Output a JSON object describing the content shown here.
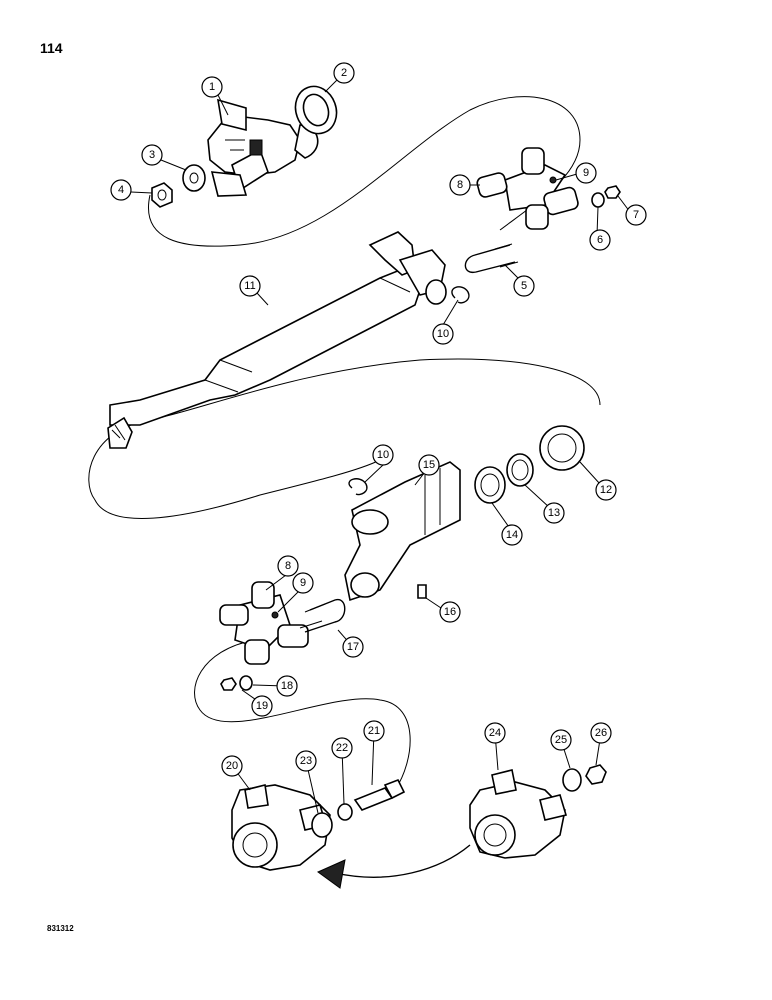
{
  "page_number": "114",
  "figure_code": "831312",
  "colors": {
    "ink": "#000000",
    "paper": "#ffffff"
  },
  "callouts": [
    {
      "id": "c1",
      "label": "1"
    },
    {
      "id": "c2",
      "label": "2"
    },
    {
      "id": "c3",
      "label": "3"
    },
    {
      "id": "c4",
      "label": "4"
    },
    {
      "id": "c5",
      "label": "5"
    },
    {
      "id": "c6",
      "label": "6"
    },
    {
      "id": "c7",
      "label": "7"
    },
    {
      "id": "c8a",
      "label": "8"
    },
    {
      "id": "c9a",
      "label": "9"
    },
    {
      "id": "c10a",
      "label": "10"
    },
    {
      "id": "c11",
      "label": "11"
    },
    {
      "id": "c12",
      "label": "12"
    },
    {
      "id": "c13",
      "label": "13"
    },
    {
      "id": "c14",
      "label": "14"
    },
    {
      "id": "c15",
      "label": "15"
    },
    {
      "id": "c10b",
      "label": "10"
    },
    {
      "id": "c8b",
      "label": "8"
    },
    {
      "id": "c9b",
      "label": "9"
    },
    {
      "id": "c16",
      "label": "16"
    },
    {
      "id": "c17",
      "label": "17"
    },
    {
      "id": "c18",
      "label": "18"
    },
    {
      "id": "c19",
      "label": "19"
    },
    {
      "id": "c20",
      "label": "20"
    },
    {
      "id": "c21",
      "label": "21"
    },
    {
      "id": "c22",
      "label": "22"
    },
    {
      "id": "c23",
      "label": "23"
    },
    {
      "id": "c24",
      "label": "24"
    },
    {
      "id": "c25",
      "label": "25"
    },
    {
      "id": "c26",
      "label": "26"
    }
  ]
}
